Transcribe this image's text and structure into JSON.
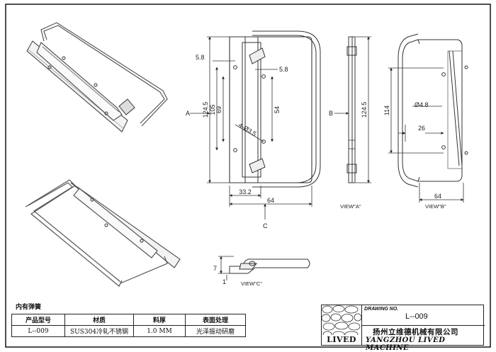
{
  "dimensions": {
    "d_5_8_left": "5.8",
    "d_5_8_right": "5.8",
    "d_124_5": "124.5",
    "d_105": "105",
    "d_69": "69",
    "d_54": "54",
    "d_holes": "4-Ø3.5",
    "d_33_2": "33.2",
    "d_64_front": "64",
    "d_124_5_side": "124.5",
    "d_114": "114",
    "d_dia_4_8": "Ø4.8",
    "d_26": "26",
    "d_64_back": "64",
    "d_7": "7",
    "d_1": "1"
  },
  "markers": {
    "a": "A",
    "b": "B",
    "c": "C"
  },
  "views": {
    "view_a": "VIEW\"A\"",
    "view_b": "VIEW\"B\"",
    "view_c": "VIEW\"C\""
  },
  "note": "内有弹簧",
  "spec_table": {
    "headers": [
      "产品型号",
      "材质",
      "料厚",
      "表面处理"
    ],
    "row": [
      "L--009",
      "SUS304冷轧不锈钢",
      "1.0 MM",
      "光泽振动研磨"
    ]
  },
  "title_block": {
    "logo_text": "LIVED",
    "drawing_no_label": "DRAWING NO.",
    "drawing_no": "L--009",
    "company_cn": "扬州立维德机械有限公司",
    "company_en": "YANGZHOU LIVED MACHINE"
  }
}
